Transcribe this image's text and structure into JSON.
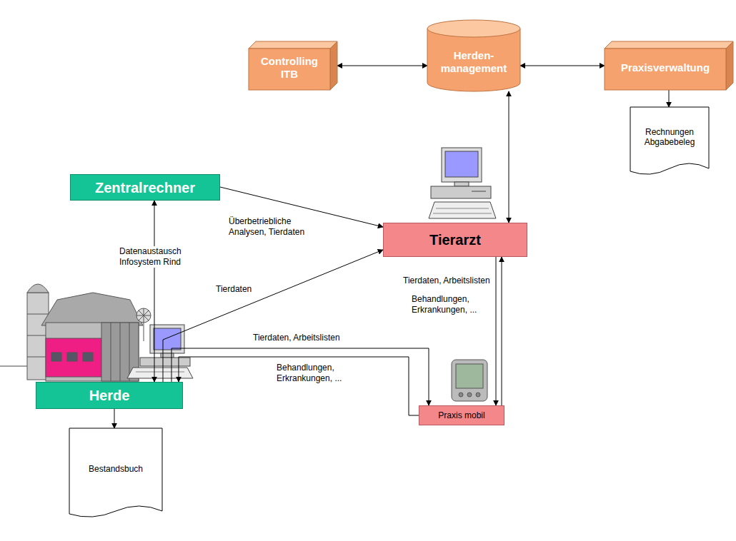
{
  "diagram": {
    "nodes": [
      {
        "text": [
          "Controlling ITB"
        ]
      },
      {
        "text": [
          "Herden- management"
        ]
      },
      {
        "text": [
          "Praxisverwaltung"
        ]
      },
      {
        "text": [
          "Rechnungen Abgabebeleg"
        ]
      },
      {
        "text": [
          "Zentralrechner"
        ]
      },
      {
        "text": [
          "Tierarzt"
        ]
      },
      {
        "text": [
          "Herde"
        ]
      },
      {
        "text": [
          "Praxis mobil"
        ]
      },
      {
        "text": [
          "Bestandsbuch"
        ]
      }
    ],
    "edges": [
      {
        "from": 0,
        "to": 1,
        "arrow": "both"
      },
      {
        "from": 1,
        "to": 2,
        "arrow": "both"
      },
      {
        "from": 2,
        "to": 3,
        "arrow": "to"
      },
      {
        "from": 1,
        "to": 5,
        "arrow": "both"
      },
      {
        "from": 4,
        "to": 6,
        "arrow": "both",
        "label": "Datenaustausch Infosystem Rind"
      },
      {
        "from": 4,
        "to": 5,
        "arrow": "to",
        "label": "Überbetriebliche Analysen, Tierdaten"
      },
      {
        "from": 6,
        "to": 5,
        "arrow": "to",
        "label": "Tierdaten"
      },
      {
        "from": 6,
        "to": 7,
        "arrow": "to",
        "label": "Tierdaten, Arbeitslisten"
      },
      {
        "from": 7,
        "to": 6,
        "arrow": "to",
        "label": "Behandlungen, Erkrankungen, ..."
      },
      {
        "from": 5,
        "to": 7,
        "arrow": "to",
        "label": "Tierdaten, Arbeitslisten"
      },
      {
        "from": 7,
        "to": 5,
        "arrow": "to",
        "label": "Behandlungen, Erkrankungen, ..."
      },
      {
        "from": 6,
        "to": 8,
        "arrow": "to"
      }
    ]
  }
}
